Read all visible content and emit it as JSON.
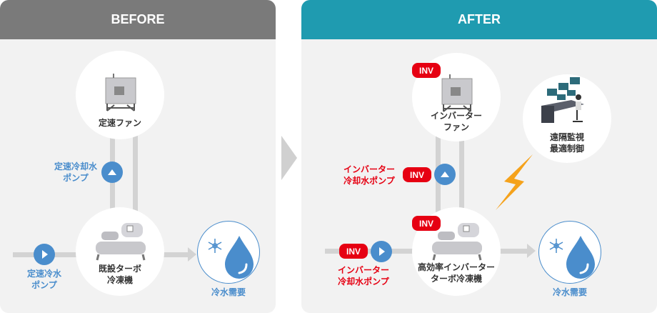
{
  "before": {
    "title": "BEFORE",
    "fan": "定速ファン",
    "cw_pump": [
      "定速冷却水",
      "ポンプ"
    ],
    "chiller": [
      "既設ターボ",
      "冷凍機"
    ],
    "chw_pump": [
      "定速冷水",
      "ポンプ"
    ],
    "demand": "冷水需要"
  },
  "after": {
    "title": "AFTER",
    "inv": "INV",
    "fan": [
      "インバーター",
      "ファン"
    ],
    "remote": [
      "遠隔監視",
      "最適制御"
    ],
    "cw_pump": [
      "インバーター",
      "冷却水ポンプ"
    ],
    "chiller": [
      "高効率インバーター",
      "ターボ冷凍機"
    ],
    "chw_pump": [
      "インバーター",
      "冷却水ポンプ"
    ],
    "demand": "冷水需要"
  },
  "colors": {
    "before_header": "#7a7a7a",
    "after_header": "#1f9bb0",
    "accent_blue": "#4a8dcc",
    "inv_red": "#e60012",
    "bolt": "#f5a21b"
  }
}
